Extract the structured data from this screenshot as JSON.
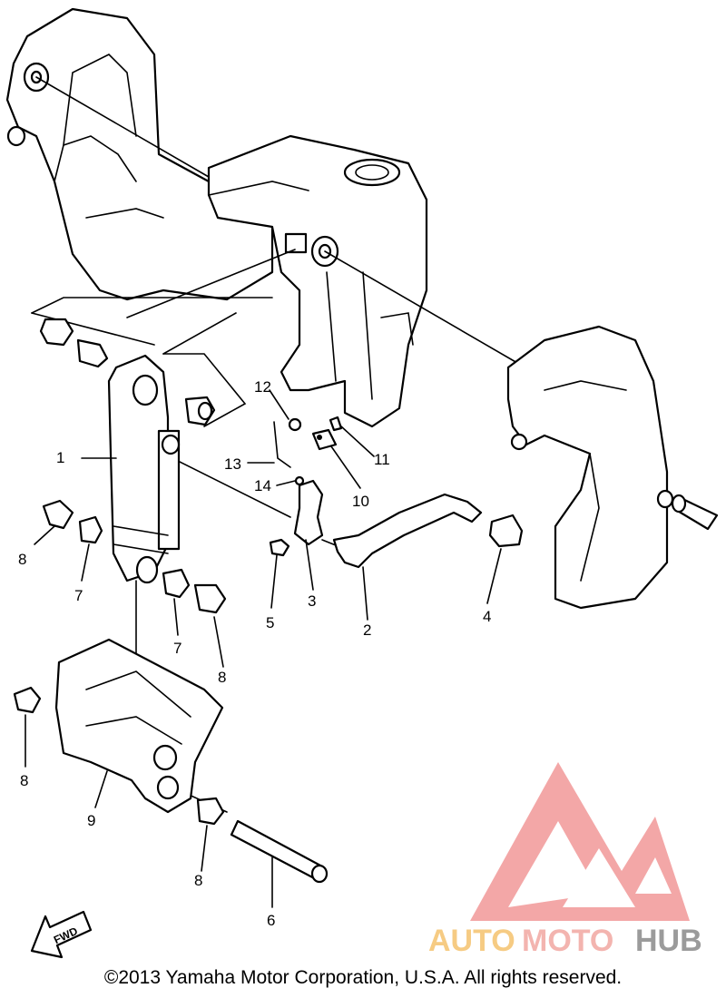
{
  "labels": {
    "l1": "1",
    "l2": "2",
    "l3": "3",
    "l4": "4",
    "l5": "5",
    "l6": "6",
    "l7a": "7",
    "l7b": "7",
    "l8a": "8",
    "l8b": "8",
    "l8c": "8",
    "l8d": "8",
    "l9": "9",
    "l10": "10",
    "l11": "11",
    "l12": "12",
    "l13": "13",
    "l14": "14"
  },
  "fwd_label": "FWD",
  "watermark": {
    "part1": "AUTO",
    "part2": "MOTO",
    "part3": "HUB",
    "color1": "#f5c36e",
    "color2": "#f1a7a2",
    "color3": "#8a8a8a",
    "logo_color": "#ef7f7f"
  },
  "copyright": "©2013 Yamaha Motor Corporation, U.S.A. All rights reserved."
}
